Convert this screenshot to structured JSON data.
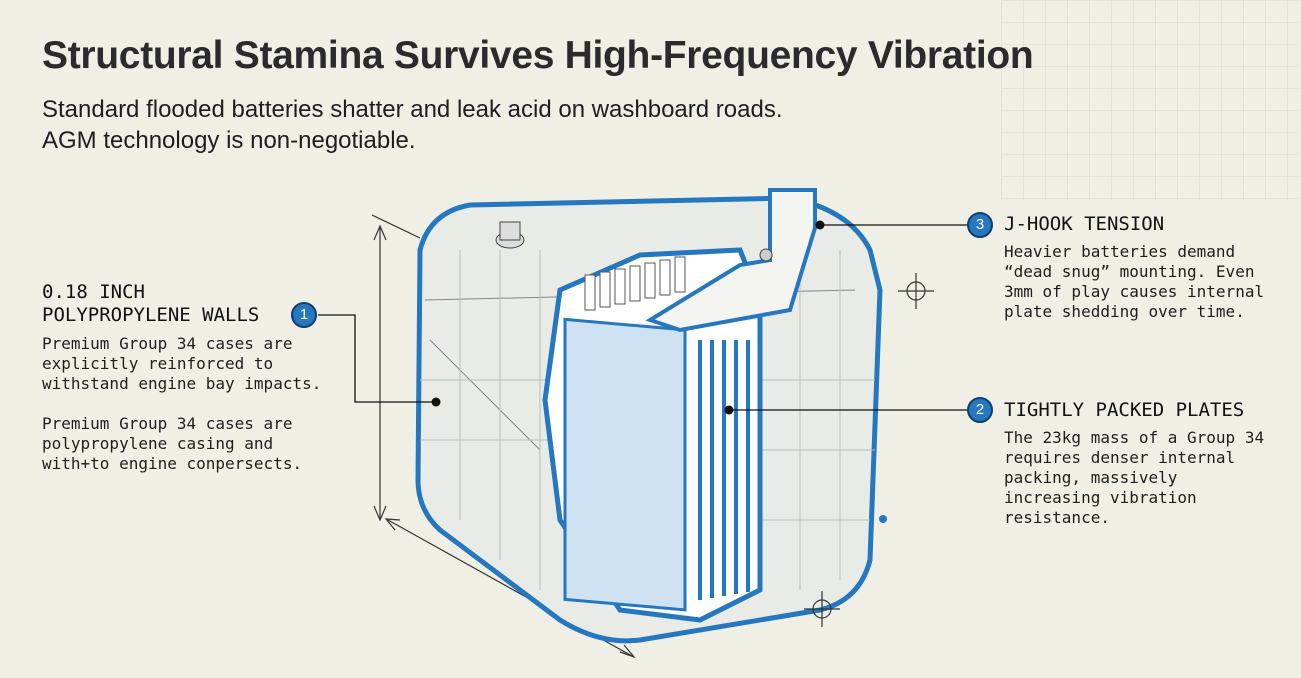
{
  "header": {
    "title": "Structural Stamina Survives High-Frequency Vibration",
    "subtitle_line1": "Standard flooded batteries shatter and leak acid on washboard roads.",
    "subtitle_line2": "AGM technology is non-negotiable."
  },
  "callouts": [
    {
      "number": "1",
      "title_line1": "0.18 INCH",
      "title_line2": "POLYPROPYLENE WALLS",
      "body": [
        "Premium Group 34 cases are",
        "explicitly reinforced to",
        "withstand engine bay impacts."
      ],
      "body2": [
        "Premium Group 34 cases are",
        "polypropylene casing and",
        "with+to engine conpersects."
      ]
    },
    {
      "number": "2",
      "title": "TIGHTLY PACKED PLATES",
      "body": [
        "The 23kg mass of a Group 34",
        "requires denser internal",
        "packing, massively",
        "increasing vibration",
        "resistance."
      ]
    },
    {
      "number": "3",
      "title": "J-HOOK TENSION",
      "body": [
        "Heavier batteries demand",
        "“dead snug” mounting. Even",
        "3mm of play causes internal",
        "plate shedding over time."
      ]
    }
  ],
  "colors": {
    "accent": "#2577bf",
    "background": "#efefe6",
    "ink": "#1e1e1e"
  },
  "icons": [
    "battery-cutaway-illustration",
    "crosshair-icon"
  ]
}
